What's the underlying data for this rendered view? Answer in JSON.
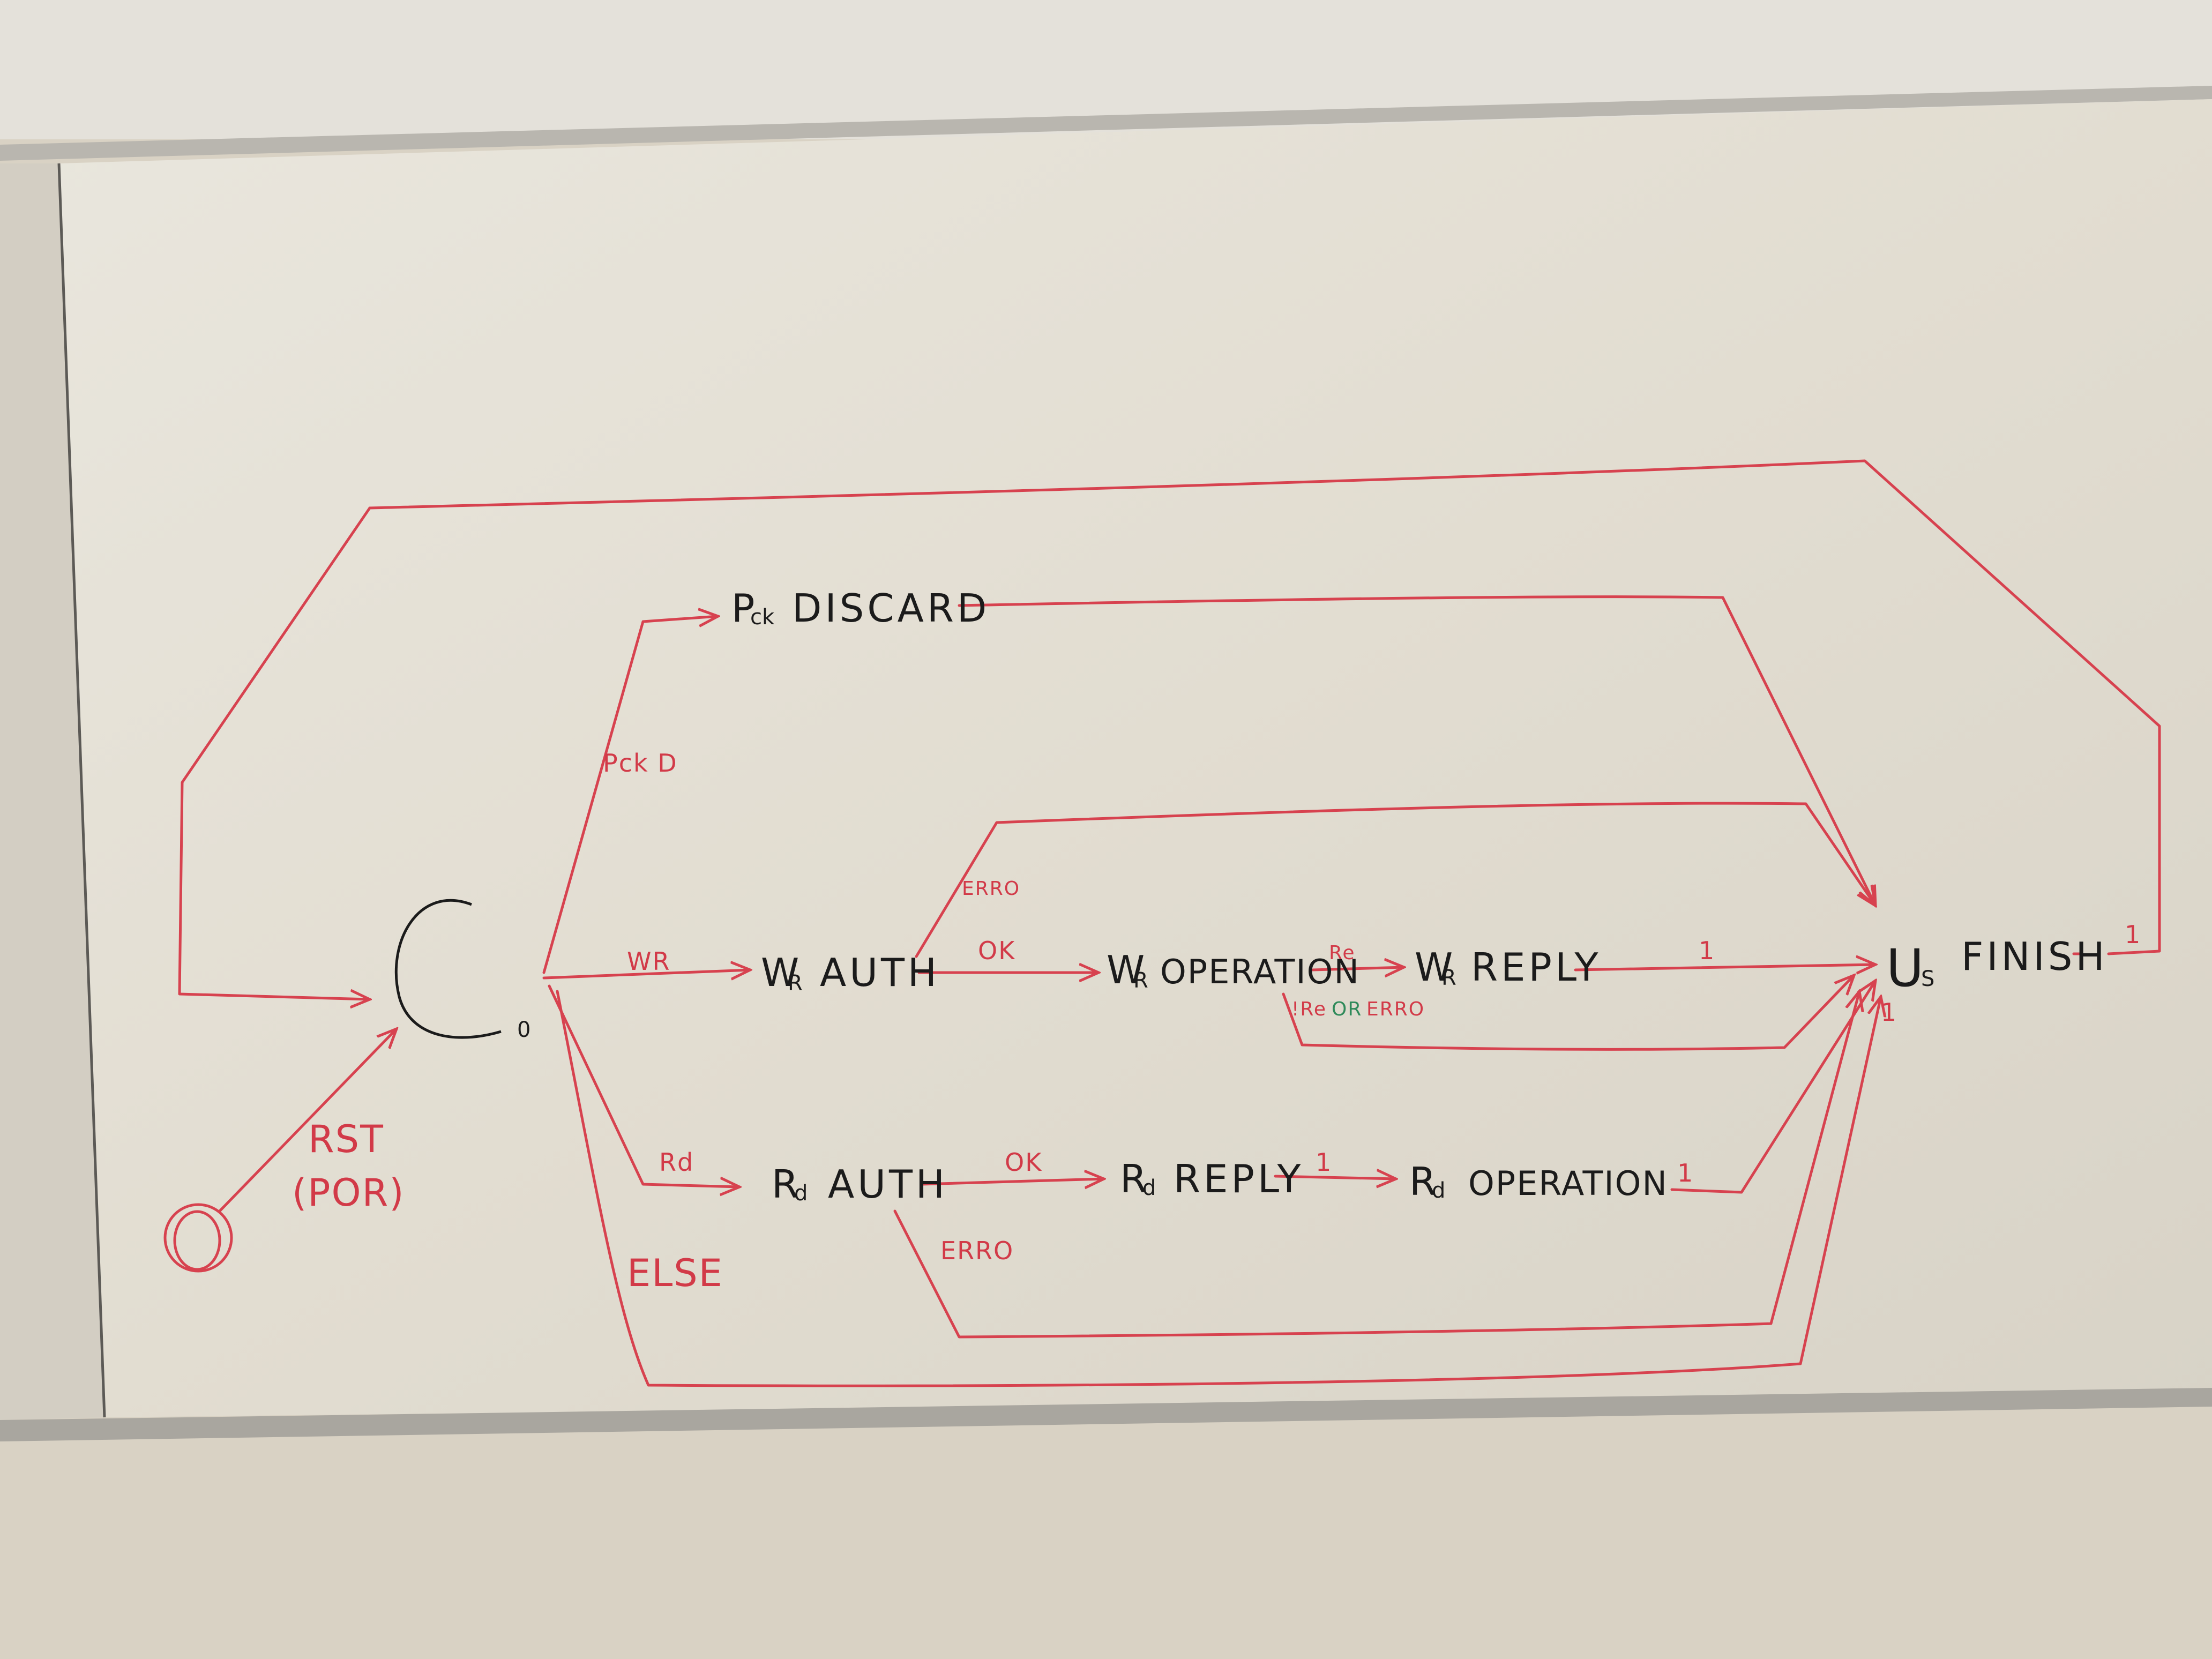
{
  "colors": {
    "wall": "#dcd5c7",
    "board": "#e6e2d7",
    "frame": "#b9b6af",
    "ink_black": "#1b1b1b",
    "ink_red": "#d7424f",
    "ink_green": "#2f8a5a"
  },
  "states": {
    "c0": {
      "symbol": "C",
      "sub": "0"
    },
    "pck_discard": {
      "prefix": "P",
      "sub": "ck",
      "label": "DISCARD"
    },
    "wr_auth": {
      "prefix": "W",
      "sub": "R",
      "label": "AUTH"
    },
    "wr_operation": {
      "prefix": "W",
      "sub": "R",
      "label": "OPERATION"
    },
    "wr_reply": {
      "prefix": "W",
      "sub": "R",
      "label": "REPLY"
    },
    "us_finish": {
      "prefix": "U",
      "sub": "S",
      "label": "FINISH"
    },
    "rd_auth": {
      "prefix": "R",
      "sub": "d",
      "label": "AUTH"
    },
    "rd_reply": {
      "prefix": "R",
      "sub": "d",
      "label": "REPLY"
    },
    "rd_operation": {
      "prefix": "R",
      "sub": "d",
      "label": "OPERATION"
    }
  },
  "transitions": {
    "reset_line1": "RST",
    "reset_line2": "(POR)",
    "pck_d": "Pck D",
    "wr": "WR",
    "rd": "Rd",
    "else": "ELSE",
    "wr_auth_erro": "ERRO",
    "wr_auth_ok": "OK",
    "wr_op_re": "Re",
    "wr_op_not_re": "!Re",
    "wr_op_or": "OR",
    "wr_op_erro": "ERRO",
    "wr_reply_done": "1",
    "rd_auth_ok": "OK",
    "rd_auth_erro": "ERRO",
    "rd_reply_done": "1",
    "rd_op_done": "1",
    "finish_loop": "1",
    "finish_in": "1"
  }
}
